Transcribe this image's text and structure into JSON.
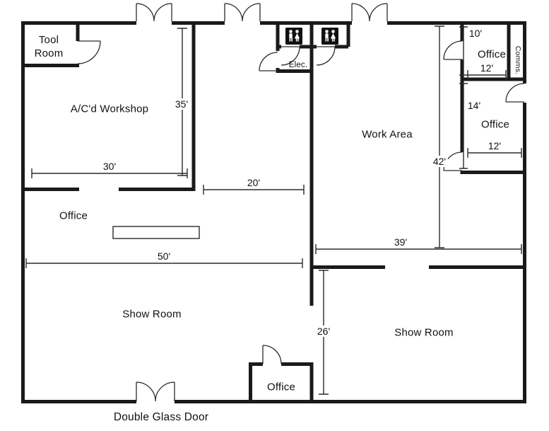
{
  "floorplan": {
    "rooms": {
      "tool_room": "Tool Room",
      "workshop": "A/C'd Workshop",
      "office_left": "Office",
      "show_room_left": "Show Room",
      "office_bottom": "Office",
      "show_room_right": "Show Room",
      "work_area": "Work Area",
      "office_top_right_1": "Office",
      "office_top_right_2": "Office",
      "comms": "Comms.",
      "elec": "Elec."
    },
    "dimensions": {
      "workshop_height": "35'",
      "workshop_width": "30'",
      "opening_width": "20'",
      "showroom_left_width": "50'",
      "work_area_width": "39'",
      "work_area_height": "42'",
      "showroom_right_height": "26'",
      "office1_height": "10'",
      "office1_width": "12'",
      "office2_height": "14'",
      "office2_width": "12'"
    },
    "annotations": {
      "double_glass_door": "Double Glass Door"
    },
    "icons": {
      "restroom": "restroom-icon"
    },
    "colors": {
      "wall": "#1a1a1a",
      "dimension": "#2b2b2b",
      "background": "#ffffff"
    }
  }
}
